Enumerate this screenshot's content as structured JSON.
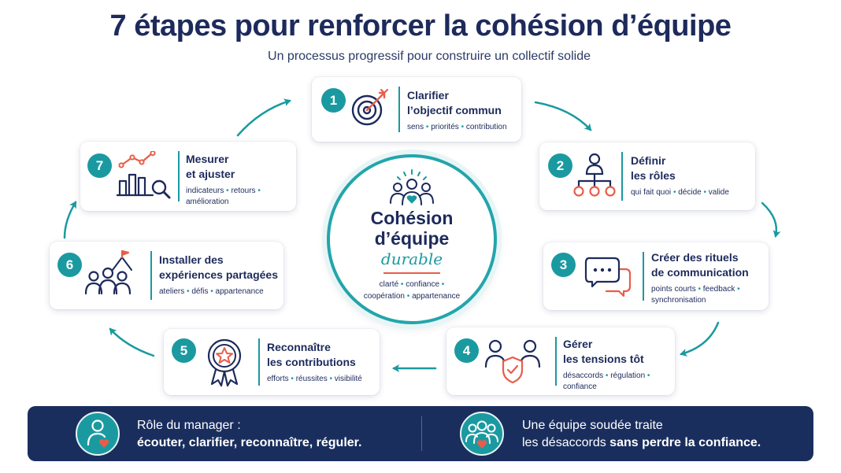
{
  "header": {
    "title": "7 étapes pour renforcer la cohésion d’équipe",
    "subtitle": "Un processus progressif pour construire un collectif solide"
  },
  "colors": {
    "navy": "#1d2a5b",
    "teal": "#1a9aa0",
    "coral": "#e85d4a",
    "banner": "#1a2e5e"
  },
  "center": {
    "icon": "team-heart-icon",
    "title_line1": "Cohésion",
    "title_line2": "d’équipe",
    "title_line3": "durable",
    "tags_line1": [
      "clarté",
      "confiance"
    ],
    "tags_line2": [
      "coopération",
      "appartenance"
    ]
  },
  "steps": [
    {
      "number": "1",
      "icon": "target-icon",
      "title": [
        "Clarifier",
        "l’objectif commun"
      ],
      "tags": [
        [
          "sens",
          "priorités",
          "contribution"
        ]
      ]
    },
    {
      "number": "2",
      "icon": "org-chart-icon",
      "title": [
        "Définir",
        "les rôles"
      ],
      "tags": [
        [
          "qui fait quoi",
          "décide",
          "valide"
        ]
      ]
    },
    {
      "number": "3",
      "icon": "chat-bubbles-icon",
      "title": [
        "Créer des rituels",
        "de communication"
      ],
      "tags": [
        [
          "points courts",
          "feedback"
        ],
        [
          "synchronisation"
        ]
      ]
    },
    {
      "number": "4",
      "icon": "people-shield-icon",
      "title": [
        "Gérer",
        "les tensions tôt"
      ],
      "tags": [
        [
          "désaccords",
          "régulation"
        ],
        [
          "confiance"
        ]
      ]
    },
    {
      "number": "5",
      "icon": "award-ribbon-icon",
      "title": [
        "Reconnaître",
        "les contributions"
      ],
      "tags": [
        [
          "efforts",
          "réussites",
          "visibilité"
        ]
      ]
    },
    {
      "number": "6",
      "icon": "team-flag-icon",
      "title": [
        "Installer des",
        "expériences partagées"
      ],
      "tags": [
        [
          "ateliers",
          "défis",
          "appartenance"
        ]
      ]
    },
    {
      "number": "7",
      "icon": "chart-magnifier-icon",
      "title": [
        "Mesurer",
        "et ajuster"
      ],
      "tags": [
        [
          "indicateurs",
          "retours"
        ],
        [
          "amélioration"
        ]
      ]
    }
  ],
  "banner": {
    "left": {
      "icon": "manager-heart-icon",
      "line1": "Rôle du manager :",
      "line2": "écouter, clarifier, reconnaître, réguler."
    },
    "right": {
      "icon": "team-heart-icon",
      "line1": "Une équipe soudée traite",
      "line2_regular": "les désaccords ",
      "line2_bold": "sans perdre la confiance."
    }
  }
}
